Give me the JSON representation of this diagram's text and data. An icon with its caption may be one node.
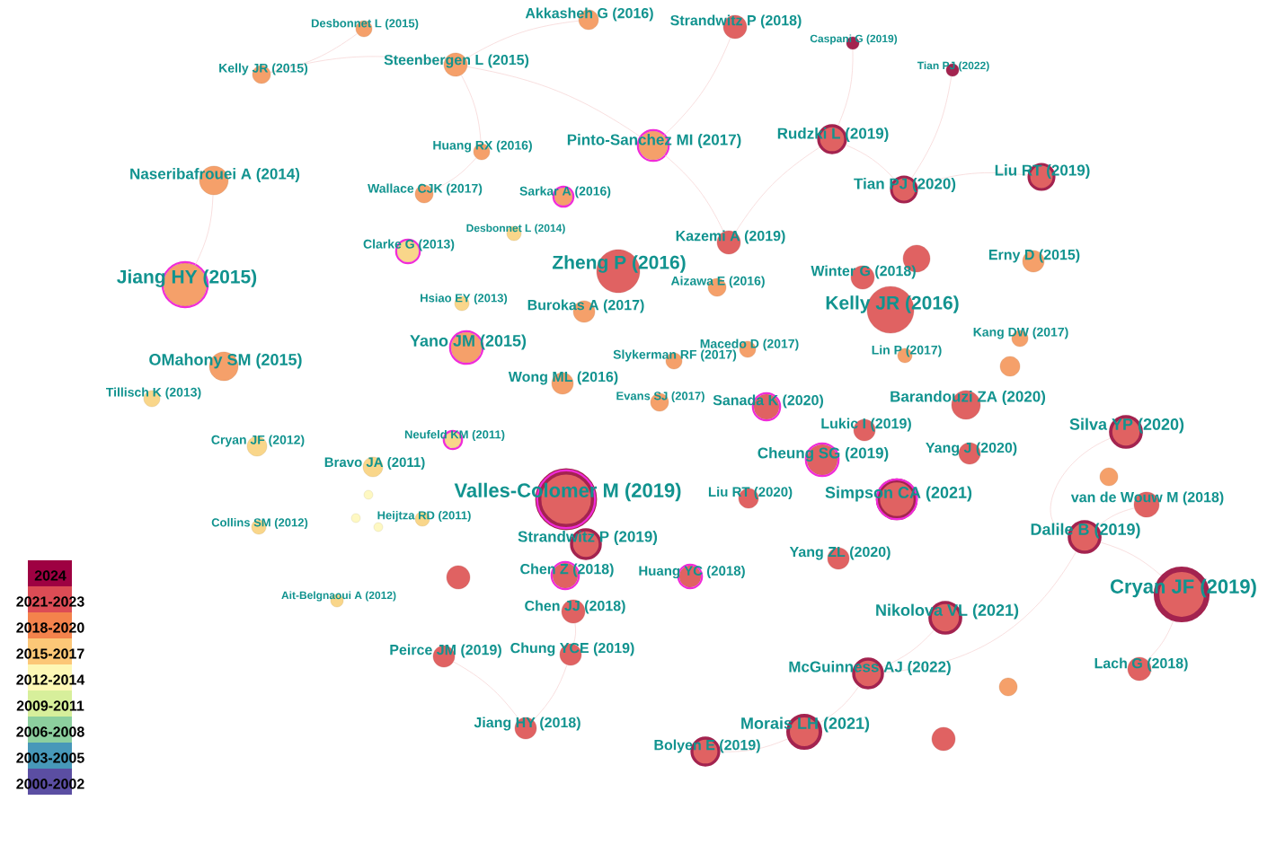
{
  "diagram": {
    "nodes": [
      {
        "text": [
          "Desbonnet L (2015)"
        ]
      },
      {
        "text": [
          "Akkasheh G (2016)"
        ]
      },
      {
        "text": [
          "Strandwitz P (2018)"
        ]
      },
      {
        "text": [
          "Caspani G (2019)"
        ]
      },
      {
        "text": [
          "Tian PJ (2022)"
        ]
      },
      {
        "text": [
          "Kelly JR (2015)"
        ]
      },
      {
        "text": [
          "Steenbergen L (2015)"
        ]
      },
      {
        "text": [
          "Huang RX (2016)"
        ]
      },
      {
        "text": [
          "Pinto-Sanchez MI (2017)"
        ]
      },
      {
        "text": [
          "Rudzki L (2019)"
        ]
      },
      {
        "text": [
          "Naseribafrouei A (2014)"
        ]
      },
      {
        "text": [
          "Wallace CJK (2017)"
        ]
      },
      {
        "text": [
          "Sarkar A (2016)"
        ]
      },
      {
        "text": [
          "Tian PJ (2020)"
        ]
      },
      {
        "text": [
          "Liu RT (2019)"
        ]
      },
      {
        "text": [
          "Desbonnet L (2014)"
        ]
      },
      {
        "text": [
          "Kazemi A (2019)"
        ]
      },
      {
        "text": [
          "Clarke G (2013)"
        ]
      },
      {
        "text": [],
        "shape": "circle"
      },
      {
        "text": [
          "Erny D (2015)"
        ]
      },
      {
        "text": [
          "Jiang HY (2015)"
        ]
      },
      {
        "text": [
          "Zheng P (2016)"
        ]
      },
      {
        "text": [
          "Winter G (2018)"
        ]
      },
      {
        "text": [
          "Aizawa E (2016)"
        ]
      },
      {
        "text": [
          "Kelly JR (2016)"
        ]
      },
      {
        "text": [
          "Hsiao EY (2013)"
        ]
      },
      {
        "text": [
          "Burokas A (2017)"
        ]
      },
      {
        "text": [
          "Kang DW (2017)"
        ]
      },
      {
        "text": [
          "Yano JM (2015)"
        ]
      },
      {
        "text": [
          "Macedo D (2017)"
        ]
      },
      {
        "text": [
          "Lin P (2017)"
        ]
      },
      {
        "text": [
          "OMahony SM (2015)"
        ]
      },
      {
        "text": [
          "Slykerman RF (2017)"
        ]
      },
      {
        "text": [],
        "shape": "circle"
      },
      {
        "text": [
          "Wong ML (2016)"
        ]
      },
      {
        "text": [
          "Tillisch K (2013)"
        ]
      },
      {
        "text": [
          "Evans SJ (2017)"
        ]
      },
      {
        "text": [
          "Sanada K (2020)"
        ]
      },
      {
        "text": [
          "Barandouzi ZA (2020)"
        ]
      },
      {
        "text": [
          "Lukic I (2019)"
        ]
      },
      {
        "text": [
          "Silva YP (2020)"
        ]
      },
      {
        "text": [
          "Neufeld KM (2011)"
        ]
      },
      {
        "text": [
          "Cryan JF (2012)"
        ]
      },
      {
        "text": [
          "Cheung SG (2019)"
        ]
      },
      {
        "text": [
          "Yang J (2020)"
        ]
      },
      {
        "text": [
          "Bravo JA (2011)"
        ]
      },
      {
        "text": [],
        "shape": "circle"
      },
      {
        "text": [
          "Valles-Colomer M (2019)"
        ]
      },
      {
        "text": [
          "Liu RT (2020)"
        ]
      },
      {
        "text": [
          "Simpson CA (2021)"
        ]
      },
      {
        "text": [],
        "shape": "circle"
      },
      {
        "text": [
          "van de Wouw M (2018)"
        ]
      },
      {
        "text": [
          "Heijtza RD (2011)"
        ]
      },
      {
        "text": [],
        "shape": "circle"
      },
      {
        "text": [],
        "shape": "circle"
      },
      {
        "text": [
          "Collins SM (2012)"
        ]
      },
      {
        "text": [
          "Strandwitz P (2019)"
        ]
      },
      {
        "text": [
          "Dalile B (2019)"
        ]
      },
      {
        "text": [
          "Chen Z (2018)"
        ]
      },
      {
        "text": [],
        "shape": "circle"
      },
      {
        "text": [
          "Huang YC (2018)"
        ]
      },
      {
        "text": [
          "Yang ZL (2020)"
        ]
      },
      {
        "text": [
          "Cryan JF (2019)"
        ]
      },
      {
        "text": [
          "Ait-Belgnaoui A (2012)"
        ]
      },
      {
        "text": [
          "Chen JJ (2018)"
        ]
      },
      {
        "text": [
          "Nikolova VL (2021)"
        ]
      },
      {
        "text": [
          "Peirce JM (2019)"
        ]
      },
      {
        "text": [
          "Chung YCE (2019)"
        ]
      },
      {
        "text": [
          "McGuinness AJ (2022)"
        ]
      },
      {
        "text": [
          "Lach G (2018)"
        ]
      },
      {
        "text": [],
        "shape": "circle"
      },
      {
        "text": [
          "Jiang HY (2018)"
        ]
      },
      {
        "text": [
          "Morais LH (2021)"
        ]
      },
      {
        "text": [],
        "shape": "circle"
      },
      {
        "text": [
          "Bolyen E (2019)"
        ]
      }
    ],
    "edges": [
      {
        "from": 0,
        "to": 5,
        "arrow": "none"
      },
      {
        "from": 5,
        "to": 6,
        "arrow": "none"
      },
      {
        "from": 6,
        "to": 1,
        "arrow": "none"
      },
      {
        "from": 6,
        "to": 7,
        "arrow": "none"
      },
      {
        "from": 7,
        "to": 11,
        "arrow": "none"
      },
      {
        "from": 6,
        "to": 8,
        "arrow": "none"
      },
      {
        "from": 2,
        "to": 8,
        "arrow": "none"
      },
      {
        "from": 8,
        "to": 16,
        "arrow": "none"
      },
      {
        "from": 16,
        "to": 9,
        "arrow": "none"
      },
      {
        "from": 3,
        "to": 9,
        "arrow": "none"
      },
      {
        "from": 9,
        "to": 13,
        "arrow": "none"
      },
      {
        "from": 4,
        "to": 13,
        "arrow": "none"
      },
      {
        "from": 13,
        "to": 14,
        "arrow": "none"
      },
      {
        "from": 10,
        "to": 20,
        "arrow": "none"
      },
      {
        "from": 66,
        "to": 71,
        "arrow": "none"
      },
      {
        "from": 67,
        "to": 71,
        "arrow": "none"
      },
      {
        "from": 64,
        "to": 67,
        "arrow": "none"
      },
      {
        "from": 65,
        "to": 68,
        "arrow": "none"
      },
      {
        "from": 68,
        "to": 72,
        "arrow": "none"
      },
      {
        "from": 72,
        "to": 74,
        "arrow": "none"
      },
      {
        "from": 57,
        "to": 62,
        "arrow": "none"
      },
      {
        "from": 62,
        "to": 69,
        "arrow": "none"
      },
      {
        "from": 40,
        "to": 57,
        "arrow": "none"
      },
      {
        "from": 57,
        "to": 51,
        "arrow": "none"
      },
      {
        "from": 57,
        "to": 68,
        "arrow": "none"
      }
    ],
    "legend": [
      {
        "text": "2024",
        "color": "#9e0142"
      },
      {
        "text": "2021-2023",
        "color": "#dc4c55"
      },
      {
        "text": "2018-2020",
        "color": "#f4834c"
      },
      {
        "text": "2015-2017",
        "color": "#fcc777"
      },
      {
        "text": "2012-2014",
        "color": "#fdf7b5"
      },
      {
        "text": "2009-2011",
        "color": "#d7ef9b"
      },
      {
        "text": "2006-2008",
        "color": "#8ccf9e"
      },
      {
        "text": "2003-2005",
        "color": "#4798b9"
      },
      {
        "text": "2000-2002",
        "color": "#5b4ea2"
      }
    ]
  }
}
